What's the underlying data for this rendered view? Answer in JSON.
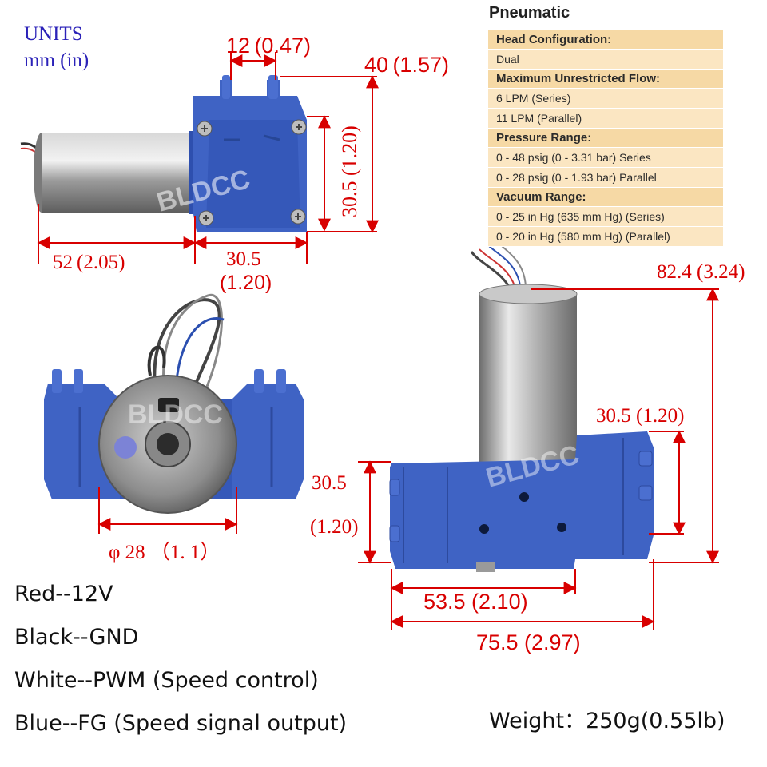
{
  "units": {
    "line1": "UNITS",
    "line2": "mm (in)"
  },
  "dims": {
    "top_width": "12 (0.47)",
    "outlet_height": "40 (1.57)",
    "head_height": "30.5 (1.20)",
    "motor_length": "52 (2.05)",
    "head_width_mm": "30.5",
    "head_width_in": "(1.20)",
    "diameter": "φ 28 （1. 1）",
    "total_height": "82.4 (3.24)",
    "side_head": "30.5 (1.20)",
    "left_mm": "30.5",
    "left_in": "(1.20)",
    "base_length": "53.5 (2.10)",
    "total_length": "75.5 (2.97)"
  },
  "watermark": "BLDCC",
  "spec": {
    "title": "Pneumatic",
    "rows": [
      {
        "type": "h",
        "text": "Head Configuration:"
      },
      {
        "type": "v",
        "text": "Dual"
      },
      {
        "type": "h",
        "text": "Maximum Unrestricted Flow:"
      },
      {
        "type": "v",
        "text": "6 LPM (Series)"
      },
      {
        "type": "v",
        "text": "11 LPM (Parallel)"
      },
      {
        "type": "h",
        "text": "Pressure Range:"
      },
      {
        "type": "v",
        "text": "0 - 48 psig (0 - 3.31 bar) Series"
      },
      {
        "type": "v",
        "text": "0 - 28 psig (0 - 1.93 bar) Parallel"
      },
      {
        "type": "h",
        "text": "Vacuum Range:"
      },
      {
        "type": "v",
        "text": "0 - 25 in Hg (635 mm Hg) (Series)"
      },
      {
        "type": "v",
        "text": "0 - 20 in Hg (580 mm Hg) (Parallel)"
      }
    ]
  },
  "wires": [
    "Red--12V",
    "Black--GND",
    "White--PWM (Speed control)",
    "Blue--FG (Speed signal output)"
  ],
  "weight": "Weight：250g(0.55lb)",
  "colors": {
    "dimension": "#d80000",
    "units_text": "#2b22b8",
    "pump_blue": "#3f63c4",
    "table_bg": "#fbe6c2",
    "table_header": "#f6d9a5"
  }
}
